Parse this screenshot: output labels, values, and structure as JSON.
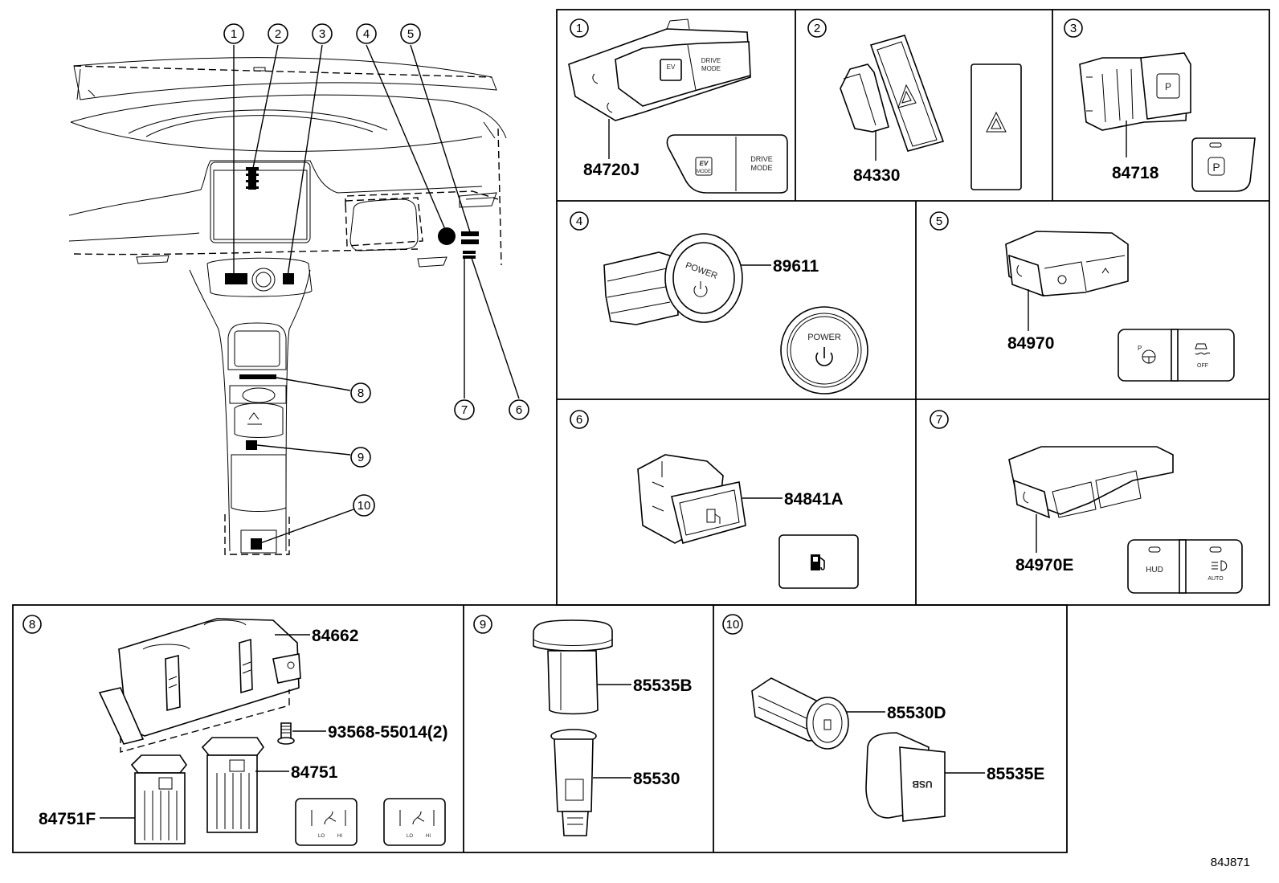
{
  "diagram_code": "84J871",
  "callouts": [
    "1",
    "2",
    "3",
    "4",
    "5",
    "6",
    "7",
    "8",
    "9",
    "10"
  ],
  "panels": [
    {
      "id": "1",
      "parts": [
        "84720J"
      ],
      "labels": {
        "ev": "EV",
        "ev_mode": "MODE",
        "drive": "DRIVE",
        "drive_mode": "MODE"
      }
    },
    {
      "id": "2",
      "parts": [
        "84330"
      ]
    },
    {
      "id": "3",
      "parts": [
        "84718"
      ],
      "labels": {
        "p": "P"
      }
    },
    {
      "id": "4",
      "parts": [
        "89611"
      ],
      "labels": {
        "power": "POWER"
      }
    },
    {
      "id": "5",
      "parts": [
        "84970"
      ],
      "labels": {
        "p": "P",
        "off": "OFF"
      }
    },
    {
      "id": "6",
      "parts": [
        "84841A"
      ]
    },
    {
      "id": "7",
      "parts": [
        "84970E"
      ],
      "labels": {
        "hud": "HUD",
        "auto": "AUTO"
      }
    },
    {
      "id": "8",
      "parts": [
        "84662",
        "93568-55014(2)",
        "84751",
        "84751F"
      ],
      "labels": {
        "lo": "LO",
        "hi": "HI"
      }
    },
    {
      "id": "9",
      "parts": [
        "85535B",
        "85530"
      ]
    },
    {
      "id": "10",
      "parts": [
        "85530D",
        "85535E"
      ]
    }
  ],
  "icons": [
    "hazard-icon",
    "power-icon",
    "fuel-door-icon",
    "parking-brake-icon",
    "seat-heater-icon",
    "steering-assist-icon",
    "traction-off-icon",
    "headlight-auto-icon"
  ]
}
